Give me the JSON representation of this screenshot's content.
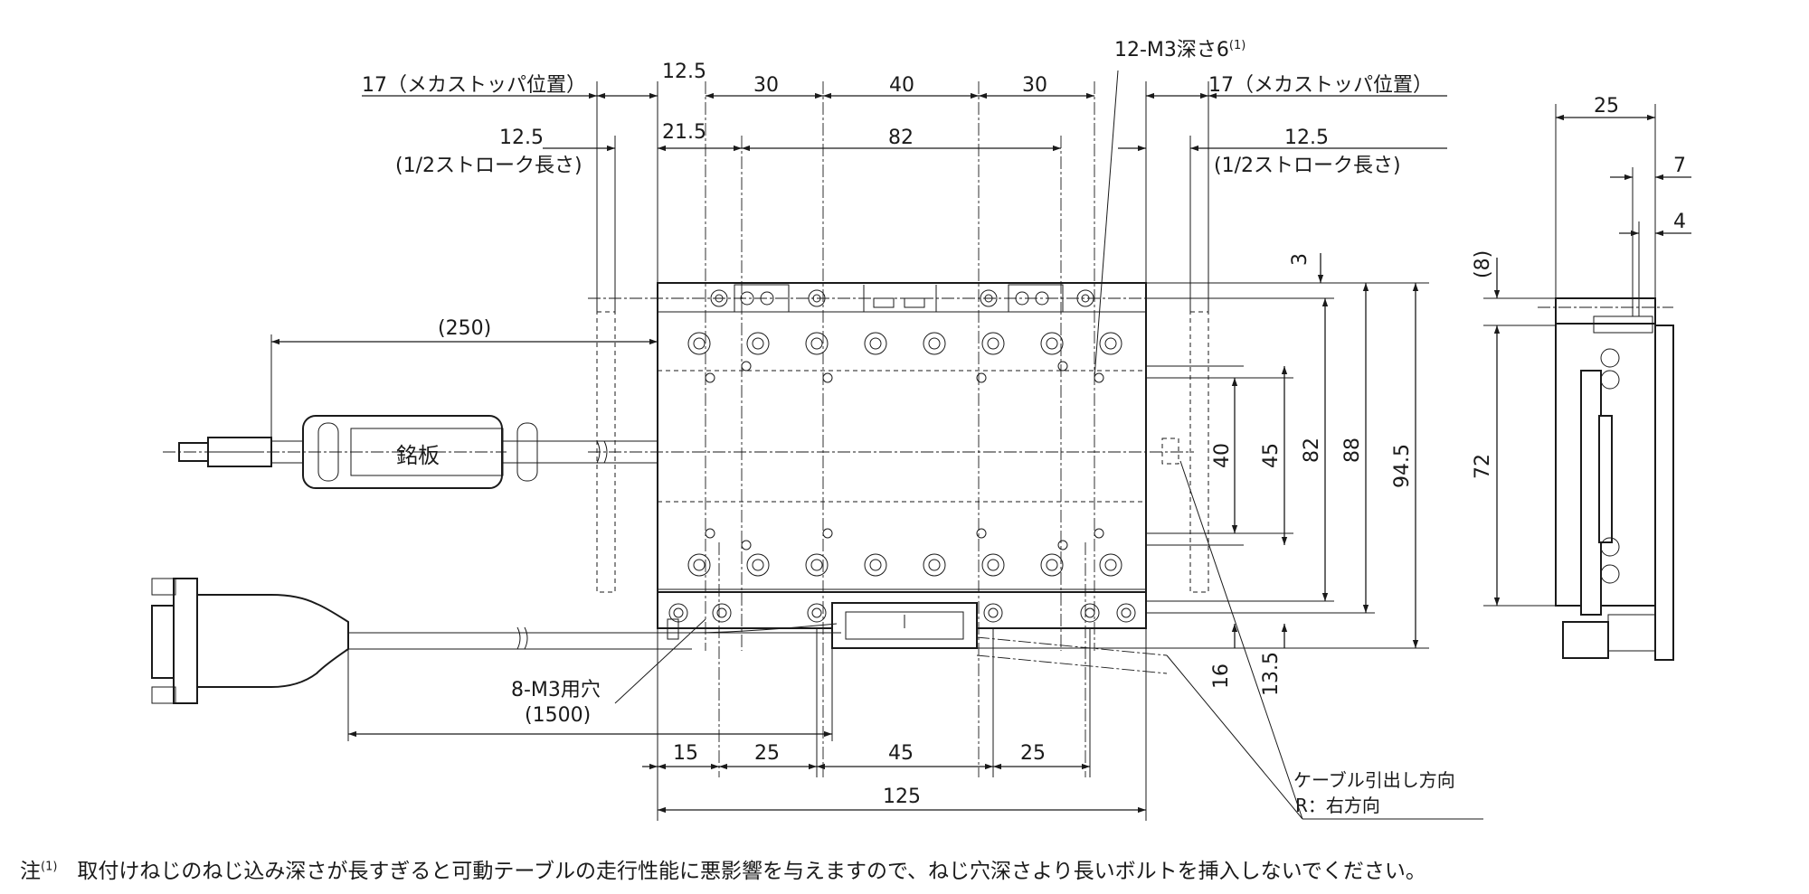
{
  "dims": {
    "top_left_17": "17（メカストッパ位置）",
    "top_right_17": "17（メカストッパ位置）",
    "top_12_5": "12.5",
    "top_30a": "30",
    "top_40": "40",
    "top_30b": "30",
    "top_21_5": "21.5",
    "top_82": "82",
    "left_12_5": "12.5",
    "left_half_stroke": "(1/2ストローク長さ)",
    "right_12_5": "12.5",
    "right_half_stroke": "(1/2ストローク長さ)",
    "screw_spec": "12-M3深さ6",
    "screw_note_ref": "(1)",
    "cable_250": "(250)",
    "cable_1500": "(1500)",
    "mount_hole": "8-M3用穴",
    "bottom_15": "15",
    "bottom_25a": "25",
    "bottom_45": "45",
    "bottom_25b": "25",
    "bottom_125": "125",
    "v_3": "3",
    "v_40": "40",
    "v_45": "45",
    "v_82": "82",
    "v_88": "88",
    "v_94_5": "94.5",
    "v_16": "16",
    "v_13_5": "13.5",
    "side_25": "25",
    "side_7": "7",
    "side_4": "4",
    "side_8": "(8)",
    "side_72": "72"
  },
  "labels": {
    "nameplate": "銘板",
    "cable_direction": "ケーブル引出し方向",
    "cable_r": "R：右方向"
  },
  "note": {
    "prefix": "注",
    "ref": "(1)",
    "text": "取付けねじのねじ込み深さが長すぎると可動テーブルの走行性能に悪影響を与えますので、ねじ穴深さより長いボルトを挿入しないでください。"
  }
}
